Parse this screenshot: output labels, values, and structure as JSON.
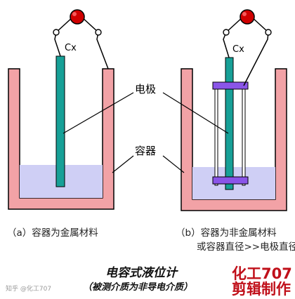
{
  "labels": {
    "cx_left": "Cx",
    "cx_right": "Cx",
    "electrode": "电极",
    "container": "容器"
  },
  "captions": {
    "a": "（a）容器为金属材料",
    "b_line1": "（b）容器为非金属材料",
    "b_line2": "或容器直径>>电极直径"
  },
  "title": {
    "main": "电容式液位计",
    "sub": "（被测介质为非导电介质）"
  },
  "brand": {
    "line1": "化工707",
    "line2": "剪辑制作"
  },
  "watermark": "知乎 @化工707",
  "colors": {
    "container_wall": "#f2a2a6",
    "liquid": "#cfcff5",
    "electrode": "#17a097",
    "insulator": "#8a55e8",
    "meter": "#d00000",
    "brand_red": "#c0101a"
  }
}
